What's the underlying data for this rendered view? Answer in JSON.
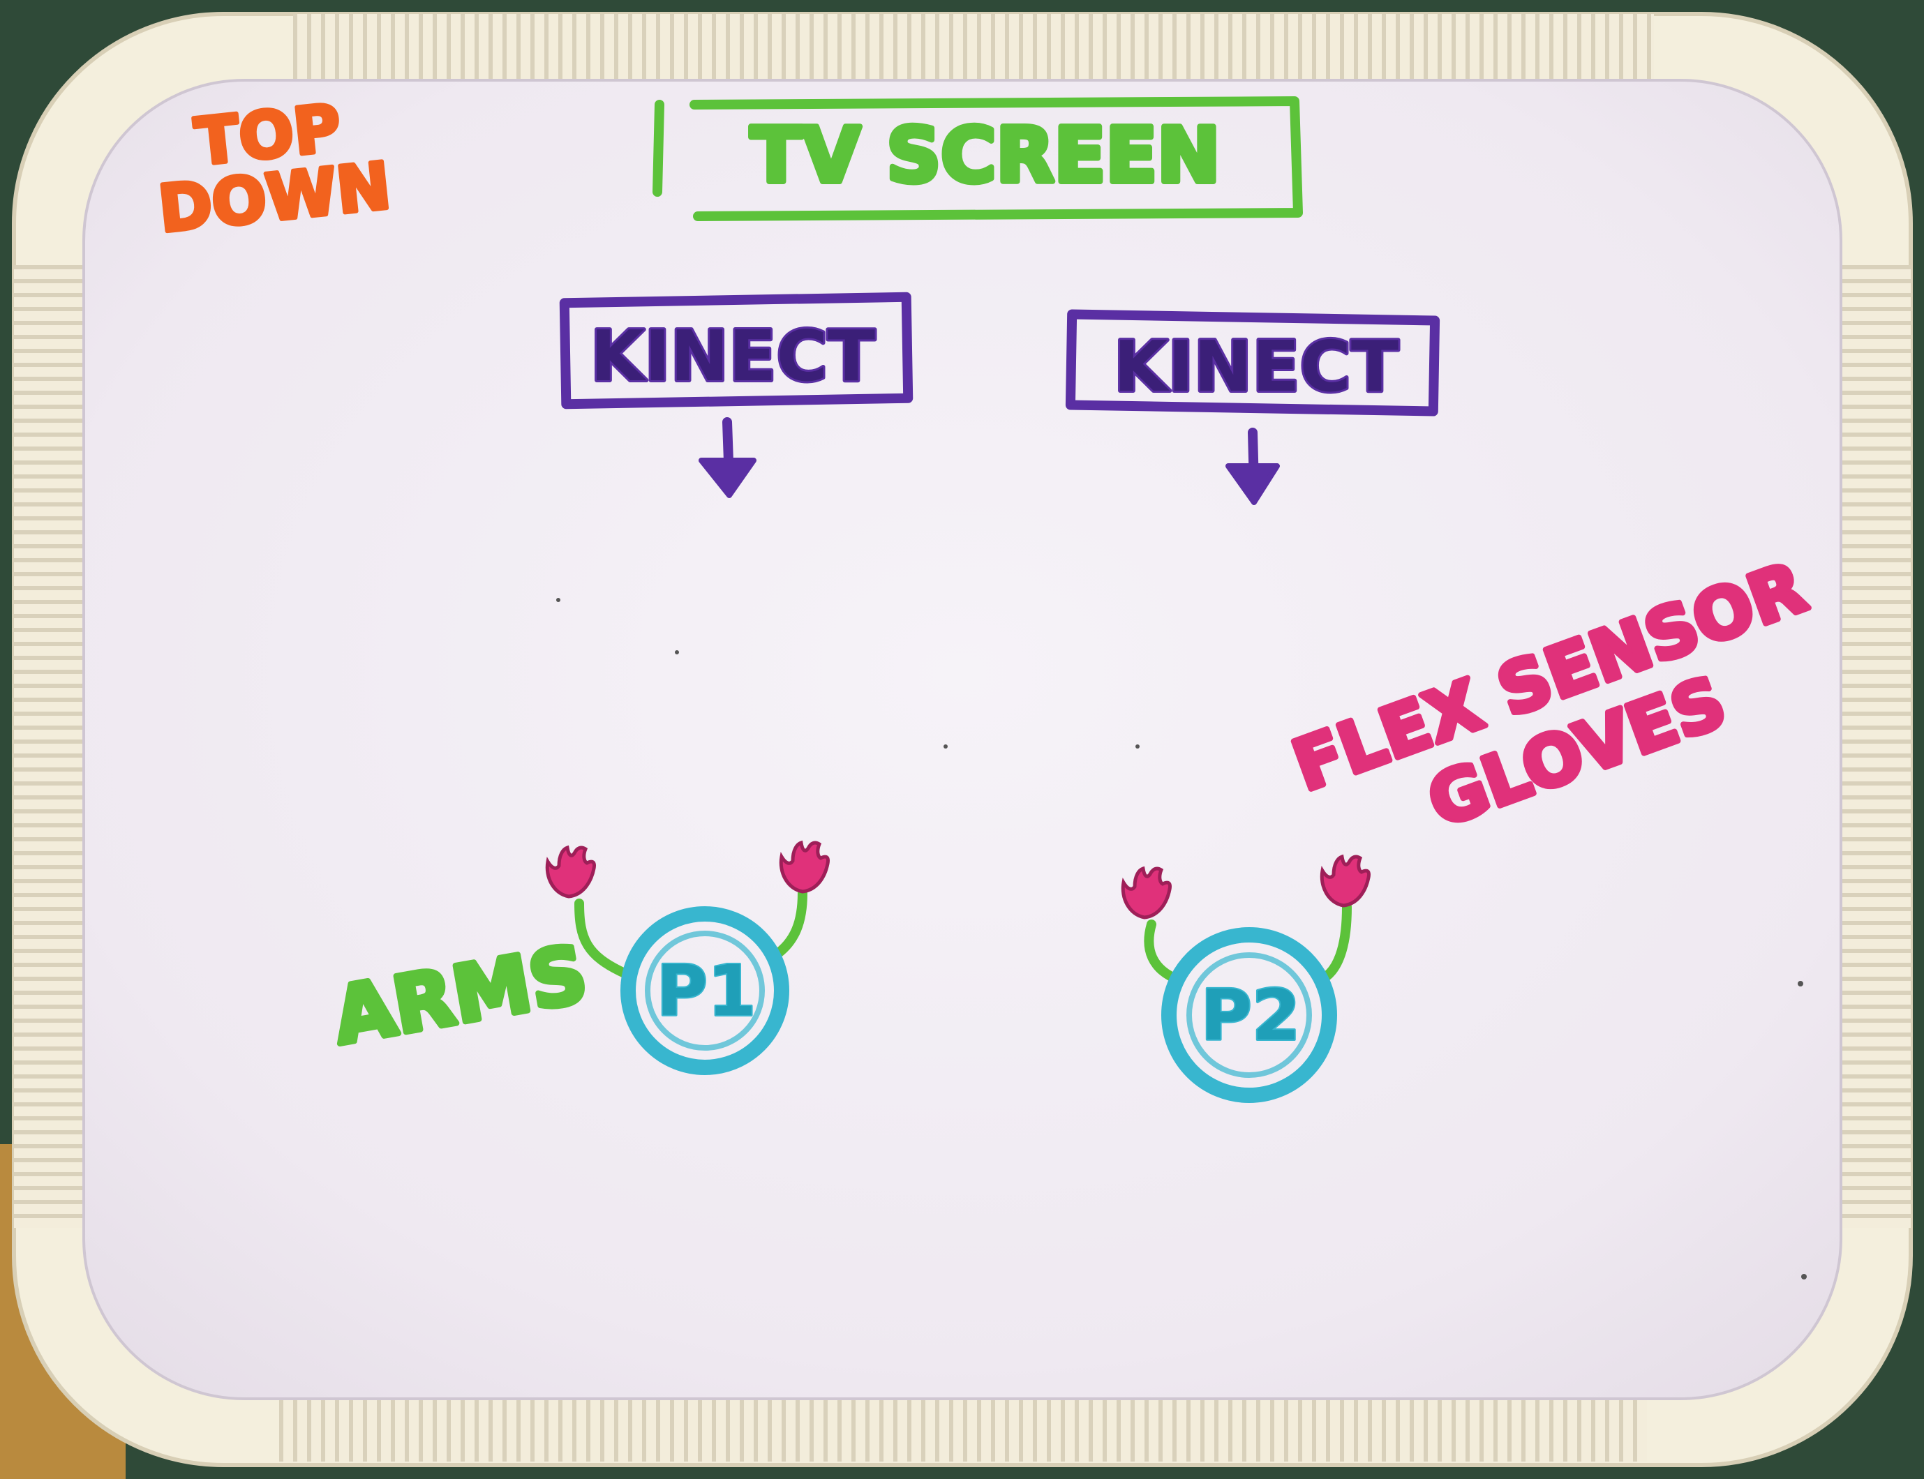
{
  "board": {
    "orientation_note": "TOP\nDOWN",
    "screen_label": "TV SCREEN",
    "kinect_left_label": "KINECT",
    "kinect_right_label": "KINECT",
    "player1_label": "P1",
    "player2_label": "P2",
    "arms_label": "ARMS",
    "gloves_label": "FLEX SENSOR\nGLOVES"
  },
  "colors": {
    "orange_marker": "#f2621e",
    "green_marker": "#5cc23a",
    "purple_marker": "#5a2fa3",
    "cyan_marker": "#38b6cf",
    "pink_marker": "#e0317a",
    "board_surface": "#f3eff5",
    "frame": "#f4efdd"
  },
  "icons": {
    "arrow": "down-arrow-icon",
    "glove": "glove-icon"
  }
}
